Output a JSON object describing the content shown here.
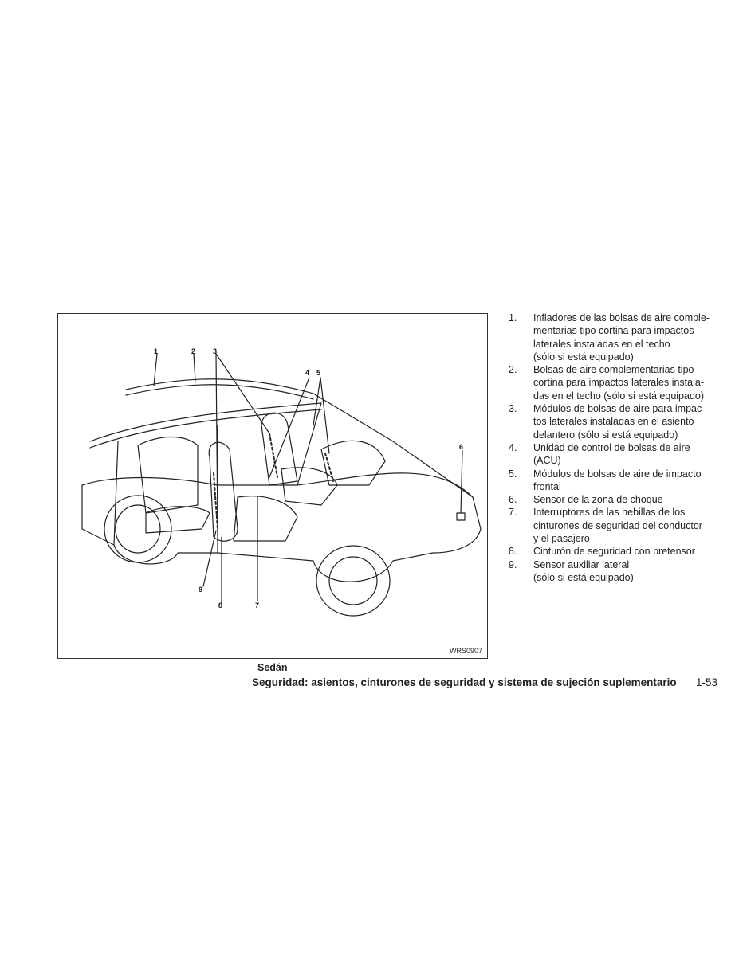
{
  "figure": {
    "code": "WRS0907",
    "callouts": [
      "1",
      "2",
      "3",
      "4",
      "5",
      "6",
      "7",
      "8",
      "9"
    ]
  },
  "caption": "Sedán",
  "legend": [
    {
      "num": "1.",
      "lines": [
        "Infladores de las bolsas de aire comple-",
        "mentarias tipo cortina para impactos",
        "laterales instaladas en el techo",
        "(sólo si está equipado)"
      ]
    },
    {
      "num": "2.",
      "lines": [
        "Bolsas de aire complementarias tipo",
        "cortina para impactos laterales instala-",
        "das en el techo (sólo si está equipado)"
      ]
    },
    {
      "num": "3.",
      "lines": [
        "Módulos de bolsas de aire para impac-",
        "tos laterales instaladas en el asiento",
        "delantero (sólo si está equipado)"
      ]
    },
    {
      "num": "4.",
      "lines": [
        "Unidad de control de bolsas de aire",
        "(ACU)"
      ]
    },
    {
      "num": "5.",
      "lines": [
        "Módulos de bolsas de aire de impacto",
        "frontal"
      ]
    },
    {
      "num": "6.",
      "lines": [
        "Sensor de la zona de choque"
      ]
    },
    {
      "num": "7.",
      "lines": [
        "Interruptores de las hebillas de los",
        "cinturones de seguridad del conductor",
        "y el pasajero"
      ]
    },
    {
      "num": "8.",
      "lines": [
        "Cinturón de seguridad con pretensor"
      ]
    },
    {
      "num": "9.",
      "lines": [
        "Sensor auxiliar lateral",
        "(sólo si está equipado)"
      ]
    }
  ],
  "footer": {
    "title": "Seguridad: asientos, cinturones de seguridad y sistema de sujeción suplementario",
    "page": "1-53"
  }
}
